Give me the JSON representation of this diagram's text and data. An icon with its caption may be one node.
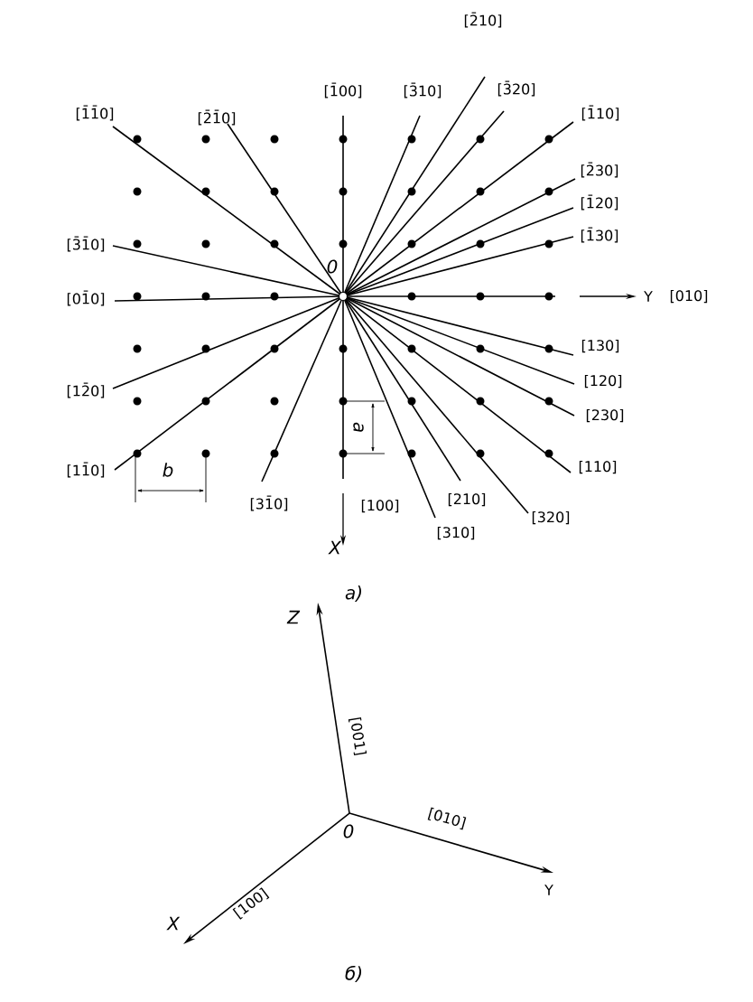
{
  "diagram": {
    "labels": [
      "[1̄1̄0]",
      "[2̄1̄0]",
      "[1̄00]",
      "[3̄10]",
      "[2̄10]",
      "[3̄20]",
      "[1̄10]",
      "[2̄30]",
      "[1̄20]",
      "[1̄30]",
      "[3̄1̄0]",
      "0",
      "[01̄0]",
      "Y",
      "[010]",
      "[130]",
      "[12̄0]",
      "[120]",
      "[230]",
      "a",
      "[11̄0]",
      "b",
      "[110]",
      "[31̄0]",
      "[100]",
      "[210]",
      "[320]",
      "[310]",
      "X",
      "а)",
      "Z",
      "[001]",
      "[010]",
      "0",
      "[100]",
      "Y",
      "X",
      "б)"
    ]
  }
}
